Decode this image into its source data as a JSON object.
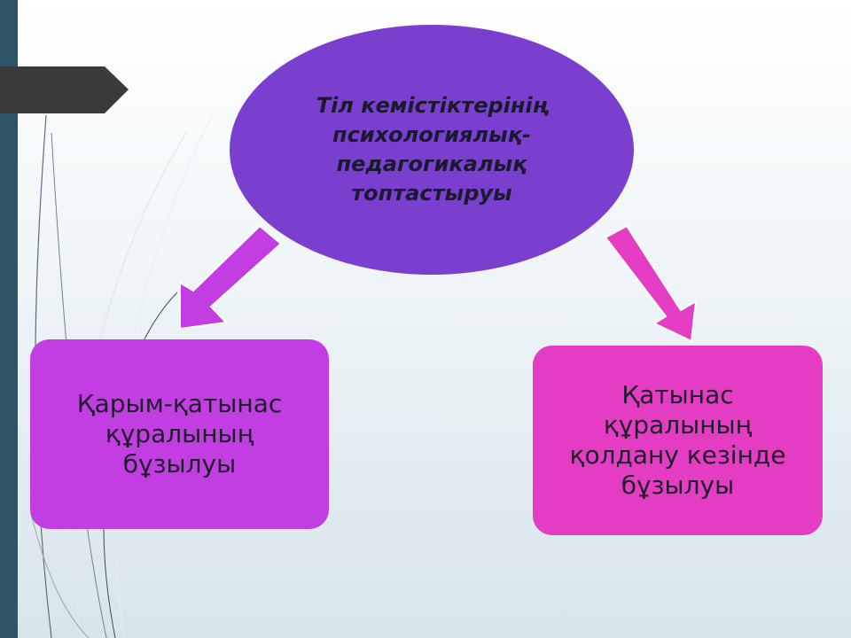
{
  "slide": {
    "center_node": {
      "label": "Тіл кемістіктерінің\nпсихологиялық-\nпедагогикалық\nтоптастыруы",
      "color": "#7b3fcf"
    },
    "left_node": {
      "label": "Қарым-қатынас\nқұралының\nбұзылуы",
      "color": "#c23de2"
    },
    "right_node": {
      "label": "Қатынас\nқұралының\nқолдану кезінде\nбұзылуы",
      "color": "#e43cc2"
    },
    "arrows": [
      {
        "from": "center_node",
        "to": "left_node",
        "color": "#c23de2"
      },
      {
        "from": "center_node",
        "to": "right_node",
        "color": "#e43cc2"
      }
    ],
    "theme": {
      "left_bar_color": "#2e5566",
      "tab_color": "#3a3a3a"
    }
  }
}
